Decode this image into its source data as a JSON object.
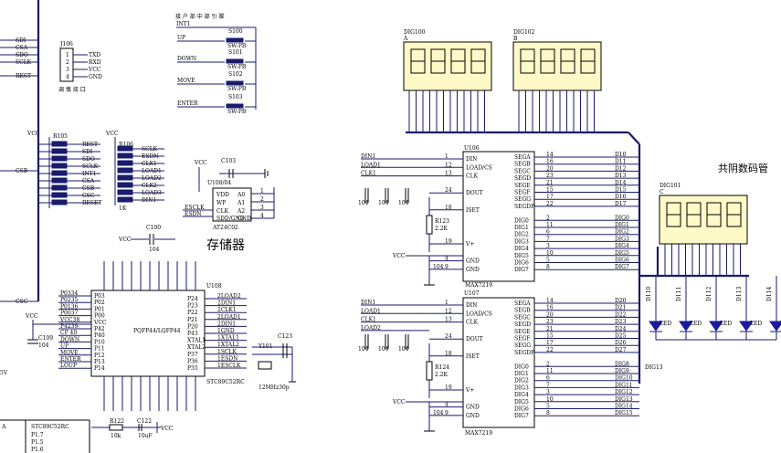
{
  "labels": {
    "cn_storage": "存储器",
    "cn_common_cathode": "共阴数码管",
    "cn_header_note": "接 户 部 中 部 引 脚",
    "cn_debug_port": "调 慎 接 口"
  },
  "components": {
    "u106": "U106",
    "u107": "U107",
    "u108": "U108",
    "u108b": "U108/04",
    "max": "MAX7219",
    "at24": "AT24C02",
    "mcu": "STC89C52RC",
    "mcu_pkg": "PQFP44/LQFP44",
    "j106": "J106",
    "dig100": "DIG100",
    "dig102": "DIG102",
    "dig101": "DIG101",
    "dig_a": "A",
    "dig_b": "B",
    "dig_c": "C",
    "y101": "Y101",
    "y_val": "12MHz30p",
    "c100": "C100",
    "c100_val": "104",
    "c103": "C103",
    "c123": "C123",
    "r123": "R123",
    "r123_val": "2.2K",
    "r124": "R124",
    "r124_val": "2.2K",
    "r105": "R105",
    "r106": "R106",
    "r106_val": "1K",
    "r122": "R122",
    "r122_val": "10k",
    "c122": "C122",
    "c122_val": "10uF",
    "c109": "C109",
    "c109_val": "104"
  },
  "buttons": [
    {
      "label": "UP",
      "ref": "S100",
      "sw": "SW-PB"
    },
    {
      "label": "DOWN",
      "ref": "S101",
      "sw": "SW-PB"
    },
    {
      "label": "MOVE",
      "ref": "S102",
      "sw": "SW-PB"
    },
    {
      "label": "ENTER",
      "ref": "S103",
      "sw": "SW-PB"
    }
  ],
  "buttons_net": "INT1",
  "j106_pins": [
    "TXD",
    "RXD",
    "VCC",
    "GND"
  ],
  "j106_nums": [
    "1",
    "2",
    "3",
    "4"
  ],
  "left_bus_top": [
    "SDI",
    "CSA",
    "SDO",
    "SCLK",
    "REST"
  ],
  "left_bus_mid": "CSB",
  "left_bus_low": "CSC",
  "vcc": "VCC",
  "r105_nets": [
    "REST",
    "SDI",
    "SDO",
    "SCLK",
    "INT1",
    "CSA",
    "CSB",
    "CSC",
    "RESET"
  ],
  "r106_nets": [
    "SCLK",
    "ESDN",
    "CLK1",
    "LOAD1",
    "LOAD2",
    "CLK2",
    "LOAD3",
    "DIN1"
  ],
  "at24_pins_l": [
    "VDD",
    "WP",
    "CLK",
    "SDD/GND"
  ],
  "at24_pins_r": [
    "A0",
    "A1",
    "A2",
    "GND"
  ],
  "at24_nets": [
    "ESCLK",
    "ESDN"
  ],
  "at24_nums": [
    "1",
    "2",
    "3",
    "4"
  ],
  "mcu_left_nets": [
    "P0334",
    "P0235",
    "P0136",
    "P0037",
    "VCC38",
    "P4239",
    "CP 40",
    "DOWN",
    "UP",
    "MOVE",
    "ENTER",
    "LOUP"
  ],
  "mcu_left_pins": [
    "P03",
    "P02",
    "P01",
    "P00",
    "VCC",
    "P42",
    "P40",
    "P10",
    "P11",
    "P12",
    "P13",
    "P14"
  ],
  "mcu_right_pins": [
    "P24",
    "P23",
    "P22",
    "P21",
    "P20",
    "P43",
    "XTAL1",
    "XTAL2",
    "P37",
    "P36",
    "P35"
  ],
  "mcu_right_nets": [
    "2LOAD2",
    "2DIN1",
    "2CLK1",
    "2LOAD1",
    "2DIN1",
    "1GND",
    "1XTAL1",
    "1XTAL2",
    "1SCLK",
    "1ESDN",
    "1ESCLK"
  ],
  "max_pins_l": [
    "DIN",
    "LOAD/CS",
    "CLK",
    "",
    "DOUT",
    "",
    "ISET",
    "",
    "",
    "",
    "V+",
    "",
    "GND",
    "GND"
  ],
  "max_nums_l": [
    "1",
    "12",
    "13",
    "",
    "24",
    "",
    "18",
    "",
    "",
    "",
    "19",
    "",
    "4",
    "9"
  ],
  "max_pins_r": [
    "SEGA",
    "SEGB",
    "SEGC",
    "SEGD",
    "SEGE",
    "SEGF",
    "SEGG",
    "SEGDP",
    "",
    "DIG0",
    "DIG1",
    "DIG2",
    "DIG3",
    "DIG4",
    "DIG5",
    "DIG6",
    "DIG7"
  ],
  "max_nums_r": [
    "14",
    "16",
    "20",
    "23",
    "21",
    "15",
    "17",
    "22",
    "",
    "2",
    "11",
    "6",
    "7",
    "3",
    "10",
    "5",
    "8"
  ],
  "u106_in": [
    "DIN1",
    "LOAD1",
    "CLK1"
  ],
  "u107_in": [
    "DIN1",
    "LOAD1",
    "CLK1",
    "LOAD2"
  ],
  "u106_out": [
    "D10",
    "D11",
    "D12",
    "D13",
    "D14",
    "D15",
    "D16",
    "D17",
    "",
    "DIG0",
    "DIG1",
    "DIG2",
    "DIG3",
    "DIG4",
    "DIG5",
    "DIG6",
    "DIG7"
  ],
  "u107_out": [
    "D20",
    "D21",
    "D22",
    "D23",
    "D24",
    "D25",
    "D26",
    "D27",
    "",
    "DIG8",
    "DIG9",
    "DIG10",
    "DIG11",
    "DIG12",
    "DIG13",
    "DIG14",
    "DIG15"
  ],
  "cap_val": "104",
  "leds": [
    "D110",
    "D111",
    "D112",
    "D113",
    "D114"
  ],
  "led_tag": "LED",
  "dig_tail": "DIG13",
  "bottom": {
    "a": "A",
    "part": "STC89C52RC",
    "p1": "P1.7",
    "p2": "P1.5",
    "p3": "P1.6",
    "v": "5V"
  }
}
